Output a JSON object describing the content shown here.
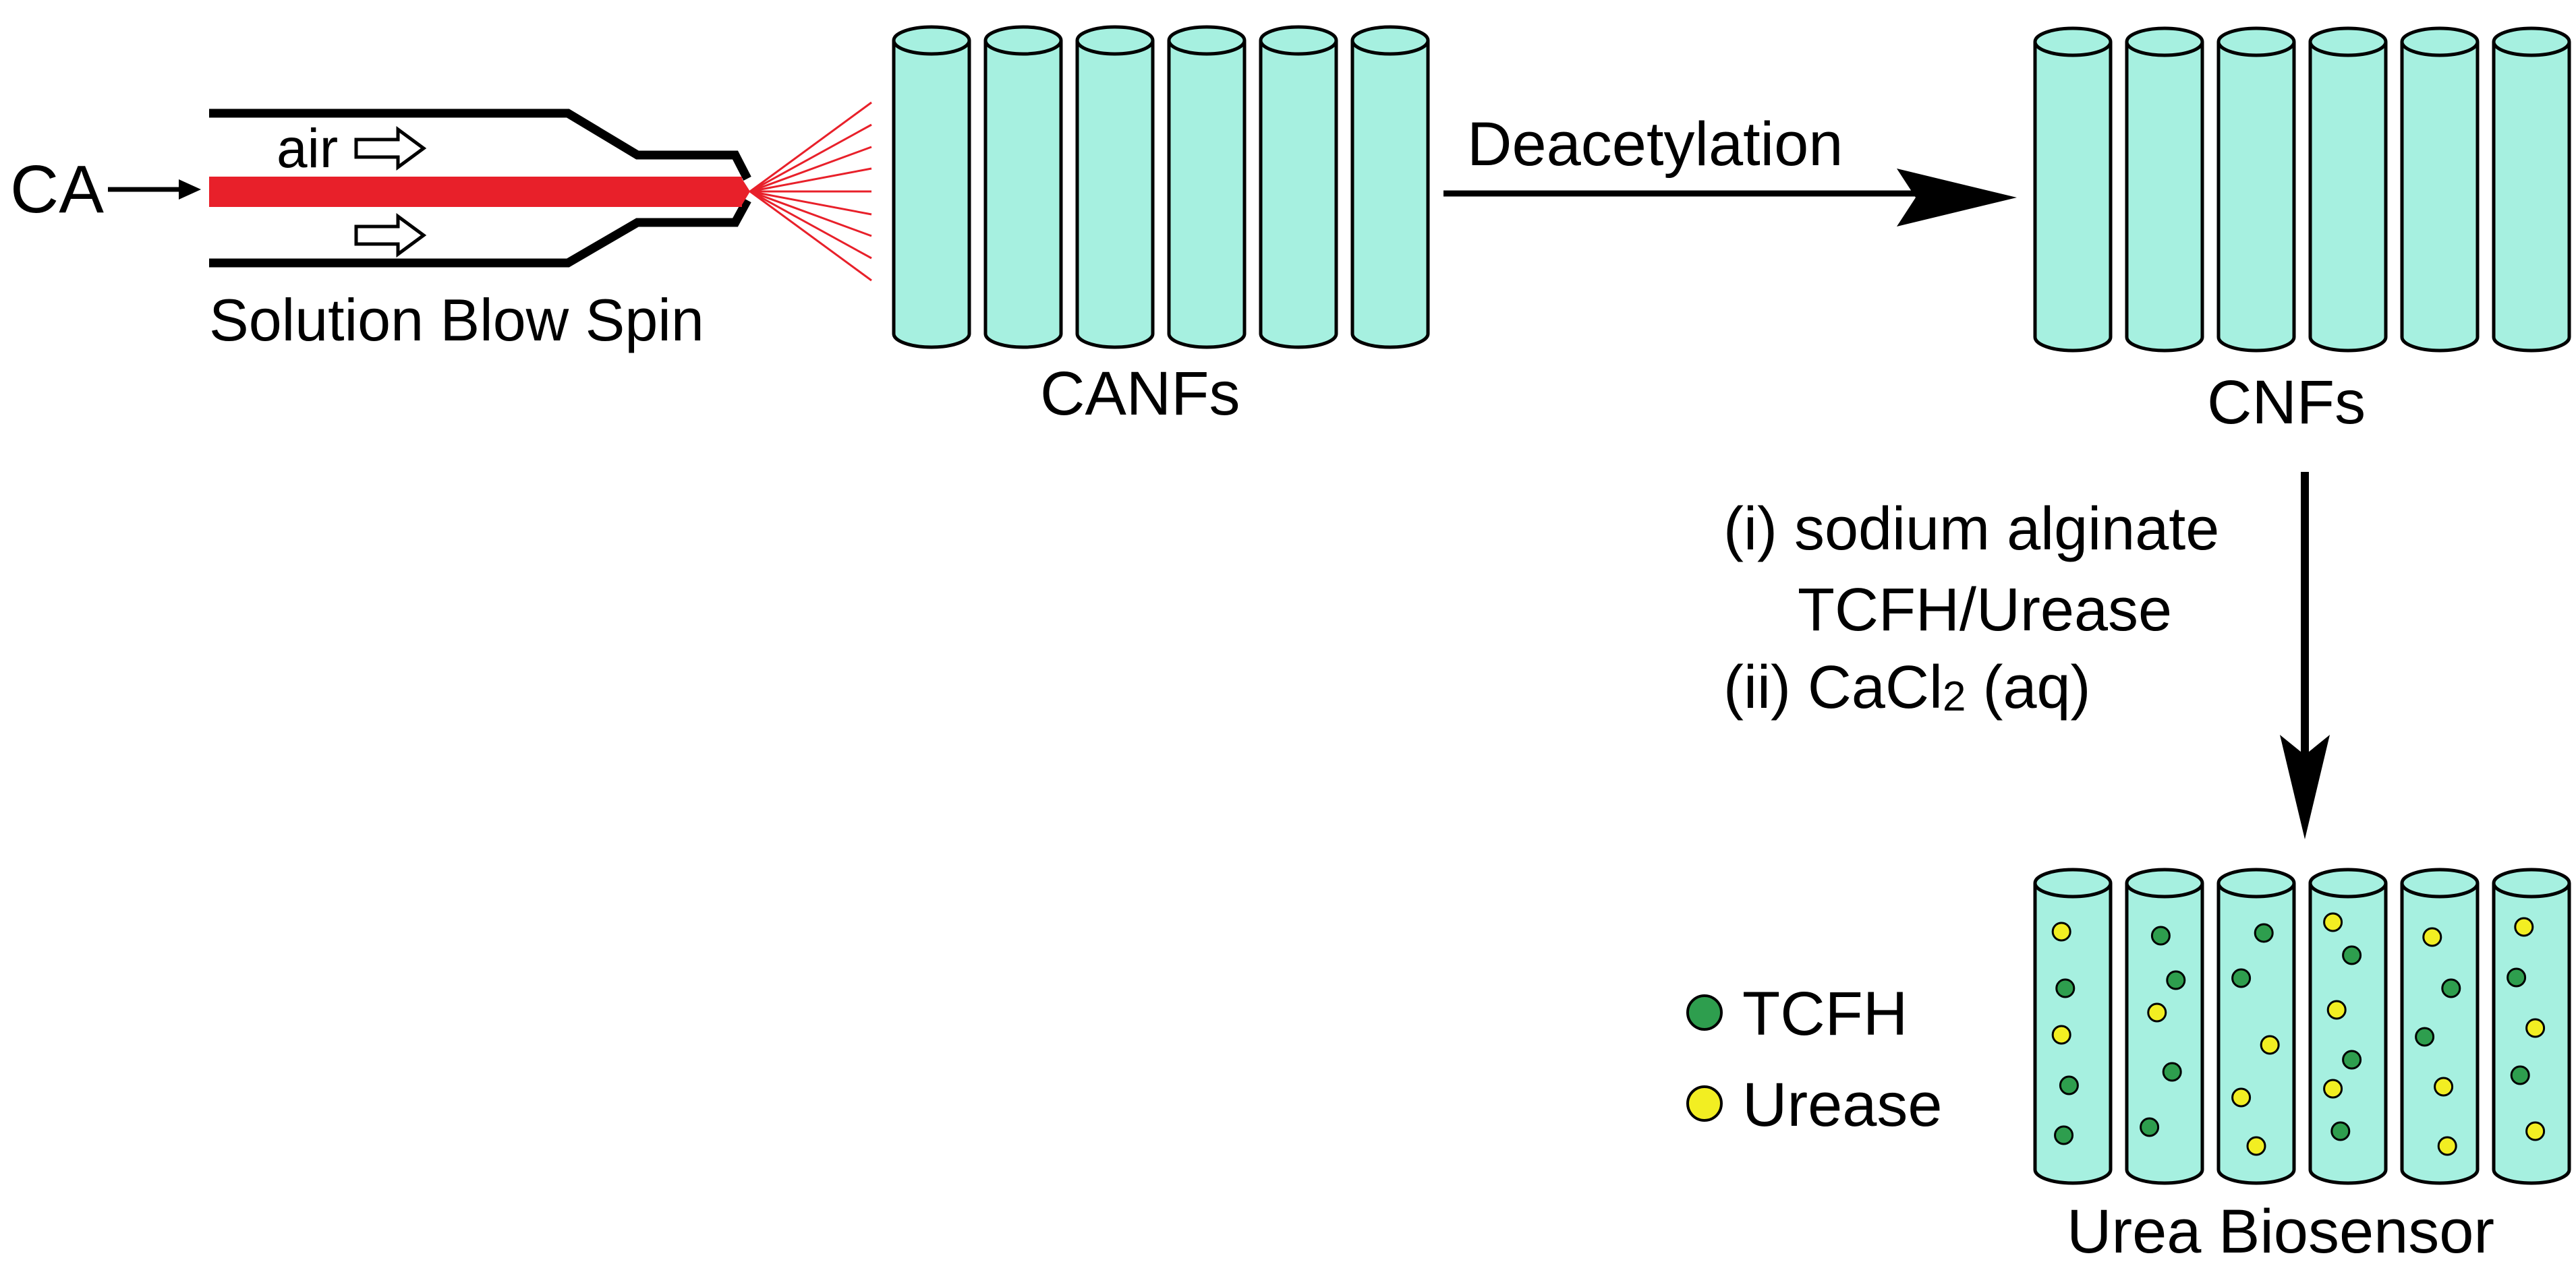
{
  "labels": {
    "input": "CA",
    "air": "air",
    "spinning_method": "Solution Blow Spin",
    "fiber_1": "CANFs",
    "step_1": "Deacetylation",
    "fiber_2": "CNFs",
    "step_2_line_1": "(i) sodium alginate",
    "step_2_line_2": "TCFH/Urease",
    "step_2_line_3_prefix": "(ii) CaCl",
    "step_2_line_3_subscript": "2",
    "step_2_line_3_suffix": " (aq)",
    "product": "Urea Biosensor"
  },
  "legend": [
    {
      "label": "TCFH",
      "color": "#2e9e4e"
    },
    {
      "label": "Urease",
      "color": "#f2ee22"
    }
  ],
  "colors": {
    "fiber_fill": "#a6f0e0",
    "solution_stream": "#e8202a",
    "outline": "#000000"
  }
}
